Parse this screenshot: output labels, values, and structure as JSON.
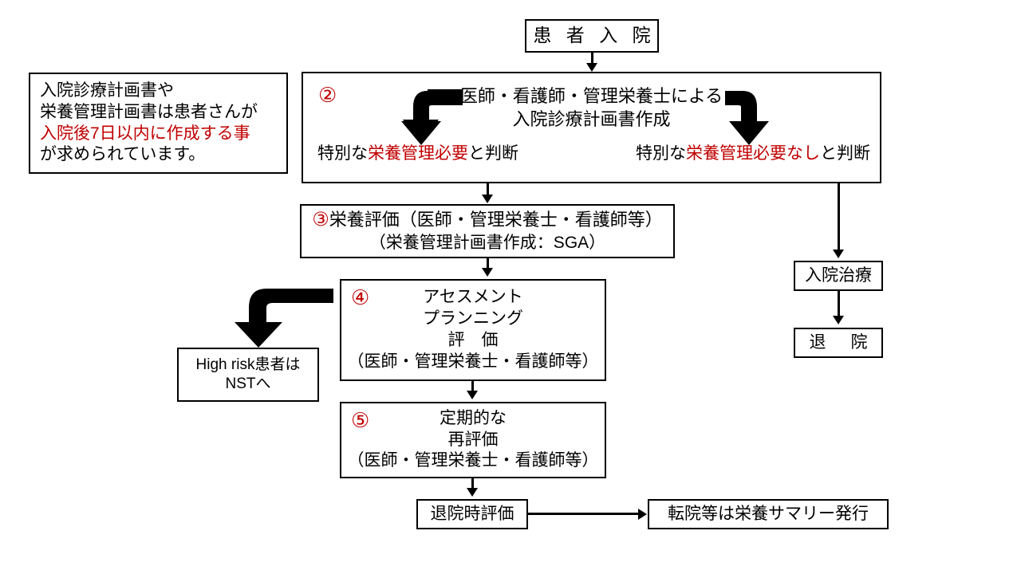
{
  "diagram": {
    "title_box": {
      "label": "患 者 入 院",
      "name": "patient-admission"
    },
    "note_box": {
      "line1": "入院診療計画書や",
      "line2": "栄養管理計画書は患者さんが",
      "line3": "入院後7日以内に作成する事",
      "line4": "が求められています。",
      "highlight_color": "#c00000"
    },
    "plan_box": {
      "marker": "②",
      "head_line1": "医師・看護師・管理栄養士による",
      "head_line2": "入院診療計画書作成",
      "branch_left_pre": "特別な",
      "branch_left_red": "栄養管理必要",
      "branch_left_post": "と判断",
      "branch_right_pre": "特別な",
      "branch_right_red": "栄養管理必要なし",
      "branch_right_post": "と判断"
    },
    "eval3_box": {
      "marker": "③",
      "line1": "栄養評価（医師・管理栄養士・看護師等）",
      "line2": "（栄養管理計画書作成：SGA）"
    },
    "assess_box": {
      "marker": "④",
      "line1": "アセスメント",
      "line2": "プランニング",
      "line3": "評　価",
      "line4": "（医師・管理栄養士・看護師等）"
    },
    "nst_box": {
      "line1": "High risk患者は",
      "line2": "NSTへ"
    },
    "reassess_box": {
      "marker": "⑤",
      "line1": "定期的な",
      "line2": "再評価",
      "line3": "（医師・管理栄養士・看護師等）"
    },
    "discharge_eval_box": {
      "label": "退院時評価"
    },
    "summary_box": {
      "label": "転院等は栄養サマリー発行"
    },
    "inpatient_box": {
      "label": "入院治療"
    },
    "leave_box": {
      "label": "退　院"
    }
  }
}
